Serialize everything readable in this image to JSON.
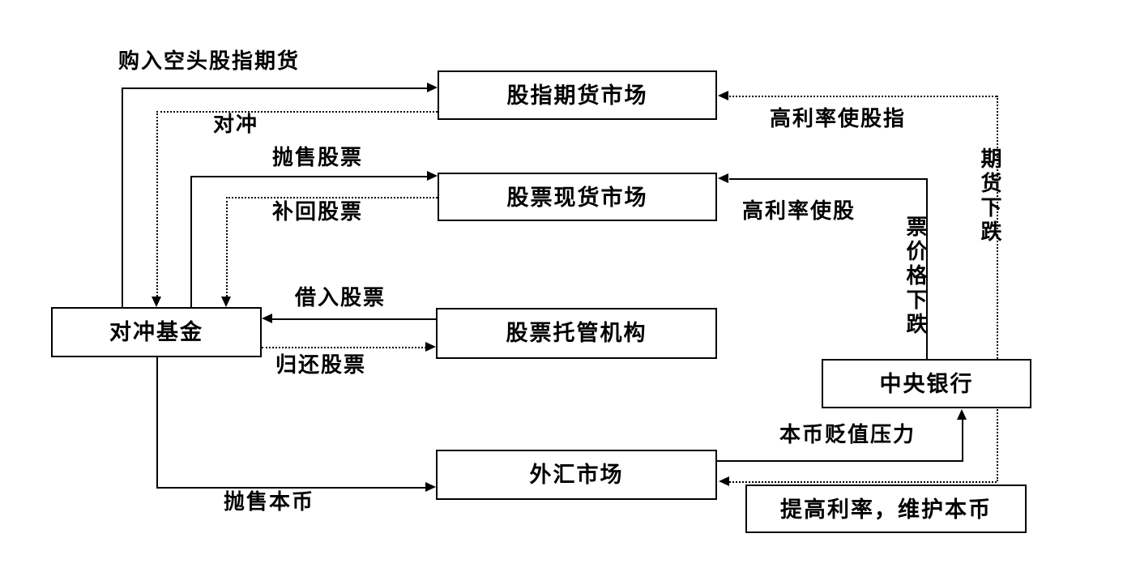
{
  "diagram": {
    "title": "hedge-fund-market-attack-flowchart",
    "nodes": {
      "futures_market": "股指期货市场",
      "spot_market": "股票现货市场",
      "custodian": "股票托管机构",
      "hedge_fund": "对冲基金",
      "central_bank": "中央银行",
      "forex_market": "外汇市场",
      "raise_rates": "提高利率，维护本币"
    },
    "edge_labels": {
      "buy_short_futures": "购入空头股指期货",
      "hedge": "对冲",
      "sell_stocks": "抛售股票",
      "cover_stocks": "补回股票",
      "borrow_stocks": "借入股票",
      "return_stocks": "归还股票",
      "sell_currency": "抛售本币",
      "high_rate_index": "高利率使股指",
      "futures_fall": "期货下跌",
      "high_rate_stock": "高利率使股",
      "price_fall": "票价格下跌",
      "depreciation_pressure": "本币贬值压力"
    },
    "colors": {
      "line": "#000000",
      "background": "#ffffff"
    }
  }
}
